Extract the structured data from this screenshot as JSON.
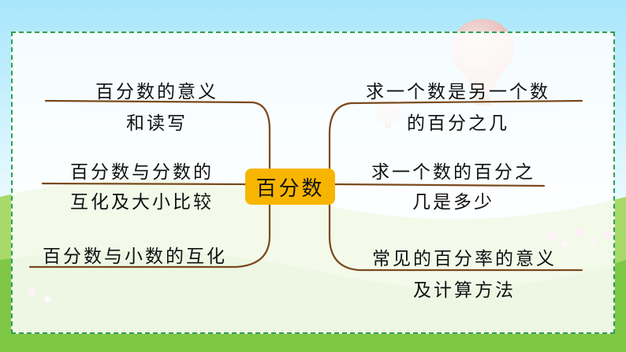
{
  "center": {
    "label": "百分数"
  },
  "branches": {
    "left": [
      {
        "line1": "百分数的意义",
        "line2": "和读写"
      },
      {
        "line1": "百分数与分数的",
        "line2": "互化及大小比较"
      },
      {
        "line1": "百分数与小数的互化",
        "line2": ""
      }
    ],
    "right": [
      {
        "line1": "求一个数是另一个数",
        "line2": "的百分之几"
      },
      {
        "line1": "求一个数的百分之",
        "line2": "几是多少"
      },
      {
        "line1": "常见的百分率的意义",
        "line2": "及计算方法"
      }
    ]
  },
  "colors": {
    "sky_top": "#b9ecfb",
    "grass": "#7ec845",
    "frame_border": "#2f9f4f",
    "center_node": "#f7b500",
    "branch_line": "#7a4a1e"
  }
}
